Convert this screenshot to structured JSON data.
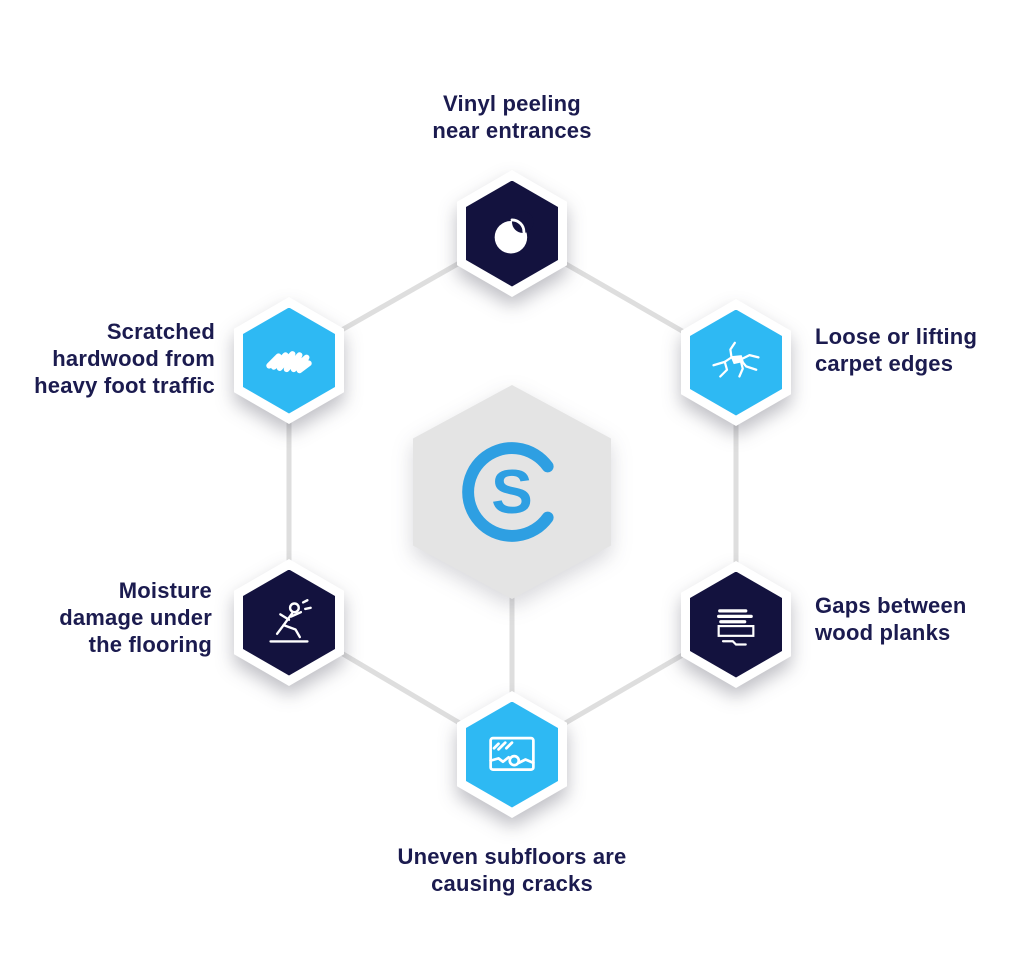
{
  "colors": {
    "navy": "#13123E",
    "cyan": "#2EB9F3",
    "center_gray": "#E4E4E4",
    "line_gray": "#DEDEDE",
    "text_navy": "#1B1B4F",
    "logo_blue": "#2E9FE2"
  },
  "center": {
    "logo_letter": "S"
  },
  "labels": {
    "top": [
      "Vinyl peeling",
      "near entrances"
    ],
    "upper_right": [
      "Loose or lifting",
      "carpet edges"
    ],
    "lower_right": [
      "Gaps between",
      "wood planks"
    ],
    "bottom": [
      "Uneven subfloors are",
      "causing cracks"
    ],
    "lower_left": [
      "Moisture",
      "damage under",
      "the flooring"
    ],
    "upper_left": [
      "Scratched",
      "hardwood from",
      "heavy foot traffic"
    ]
  },
  "icons": {
    "top": "vinyl-peeling-icon",
    "upper_right": "carpet-cracks-icon",
    "lower_right": "wood-planks-icon",
    "bottom": "cracked-subfloor-icon",
    "lower_left": "slipping-person-icon",
    "upper_left": "scratch-scribble-icon"
  }
}
